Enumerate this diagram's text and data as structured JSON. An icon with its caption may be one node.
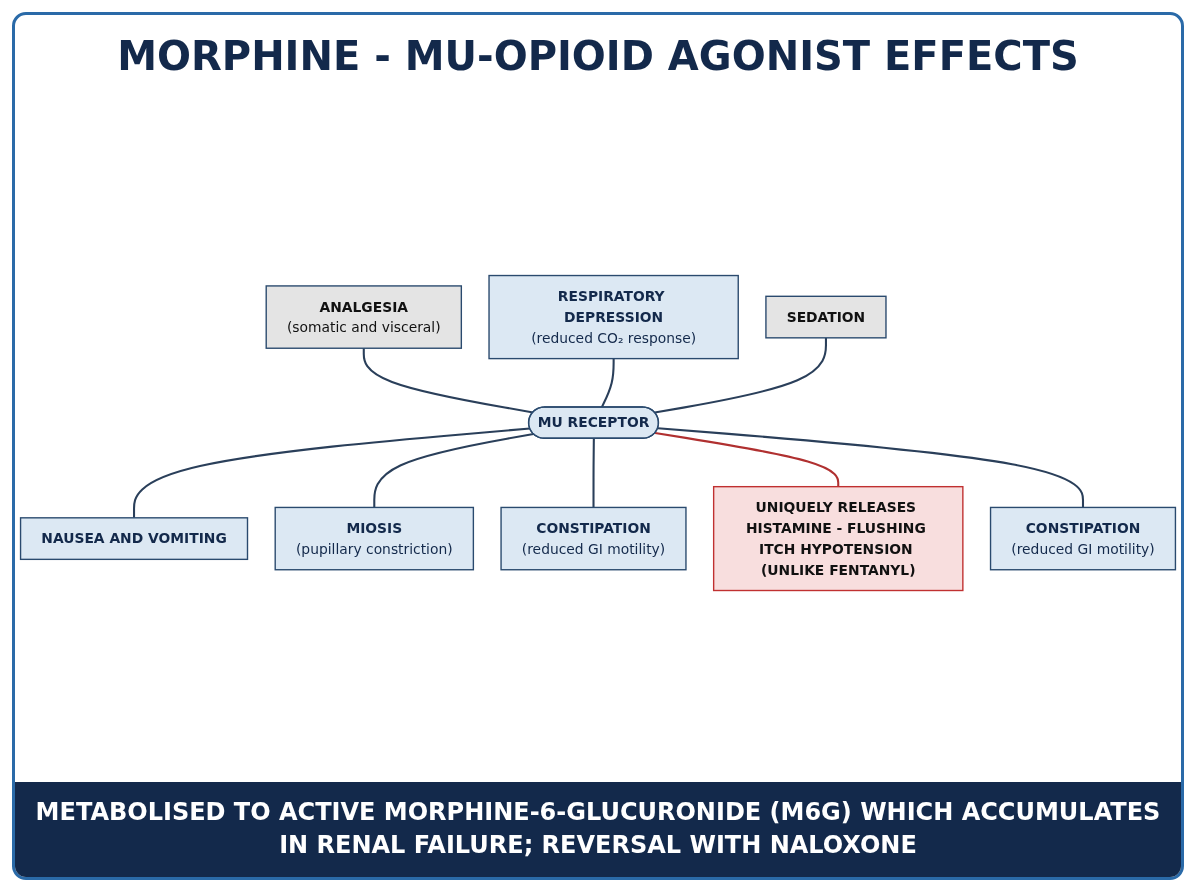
{
  "diagram": {
    "title": "MORPHINE - MU-OPIOID AGONIST EFFECTS",
    "caption": "METABOLISED TO ACTIVE MORPHINE-6-GLUCURONIDE (M6G) WHICH ACCUMULATES IN RENAL FAILURE; REVERSAL WITH NALOXONE",
    "nodes": [
      {
        "text": [
          "MU RECEPTOR"
        ]
      },
      {
        "text": [
          "ANALGESIA",
          "(somatic and visceral)"
        ]
      },
      {
        "text": [
          "RESPIRATORY DEPRESSION",
          "(reduced CO₂ response)"
        ]
      },
      {
        "text": [
          "SEDATION"
        ]
      },
      {
        "text": [
          "NAUSEA AND VOMITING"
        ]
      },
      {
        "text": [
          "MIOSIS",
          "(pupillary constriction)"
        ]
      },
      {
        "text": [
          "CONSTIPATION",
          "(reduced GI motility)"
        ]
      },
      {
        "text": [
          "UNIQUELY RELEASES HISTAMINE - FLUSHING ITCH HYPOTENSION (UNLIKE FENTANYL)"
        ]
      },
      {
        "text": [
          "CONSTIPATION",
          "(reduced GI motility)"
        ]
      }
    ],
    "edges": [
      {
        "from": 1,
        "to": 0,
        "arrow": "none"
      },
      {
        "from": 2,
        "to": 0,
        "arrow": "none"
      },
      {
        "from": 3,
        "to": 0,
        "arrow": "none"
      },
      {
        "from": 0,
        "to": 4,
        "arrow": "none"
      },
      {
        "from": 0,
        "to": 5,
        "arrow": "none"
      },
      {
        "from": 0,
        "to": 6,
        "arrow": "none"
      },
      {
        "from": 0,
        "to": 7,
        "arrow": "none",
        "color": "#b03030"
      },
      {
        "from": 0,
        "to": 8,
        "arrow": "none"
      }
    ]
  }
}
